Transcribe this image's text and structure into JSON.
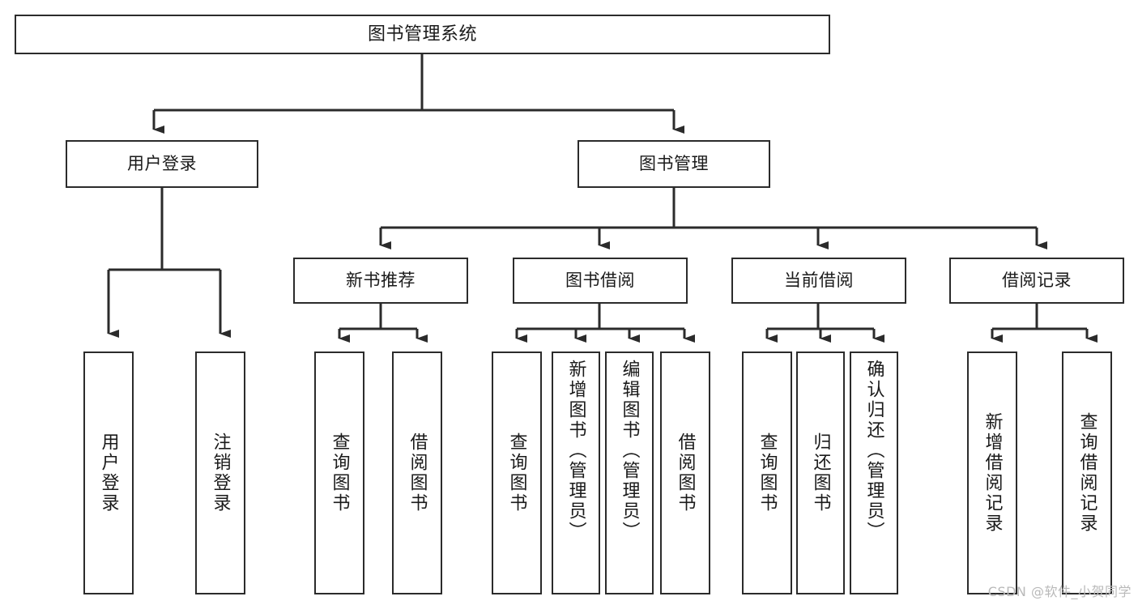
{
  "diagram": {
    "title": "图书管理系统",
    "type": "tree-hierarchy-chart",
    "watermark": "CSDN @软件_小贺同学",
    "colors": {
      "border": "#2b2b2b",
      "background": "#ffffff",
      "text": "#1a1a1a",
      "watermark": "#b9b9b9"
    },
    "levels": {
      "root": {
        "label": "图书管理系统"
      },
      "level2": [
        {
          "label": "用户登录"
        },
        {
          "label": "图书管理"
        }
      ],
      "level3": [
        {
          "label": "新书推荐"
        },
        {
          "label": "图书借阅"
        },
        {
          "label": "当前借阅"
        },
        {
          "label": "借阅记录"
        }
      ],
      "leaves": [
        {
          "label": "用户登录",
          "parent": "用户登录"
        },
        {
          "label": "注销登录",
          "parent": "用户登录"
        },
        {
          "label": "查询图书",
          "parent": "新书推荐"
        },
        {
          "label": "借阅图书",
          "parent": "新书推荐"
        },
        {
          "label": "查询图书",
          "parent": "图书借阅"
        },
        {
          "label": "新增图书（管理员）",
          "parent": "图书借阅"
        },
        {
          "label": "编辑图书（管理员）",
          "parent": "图书借阅"
        },
        {
          "label": "借阅图书",
          "parent": "图书借阅"
        },
        {
          "label": "查询图书",
          "parent": "当前借阅"
        },
        {
          "label": "归还图书",
          "parent": "当前借阅"
        },
        {
          "label": "确认归还（管理员）",
          "parent": "当前借阅"
        },
        {
          "label": "新增借阅记录",
          "parent": "借阅记录"
        },
        {
          "label": "查询借阅记录",
          "parent": "借阅记录"
        }
      ]
    }
  }
}
